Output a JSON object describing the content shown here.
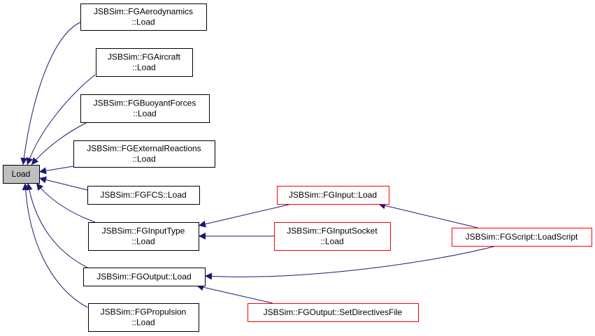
{
  "colors": {
    "edge": "#191970",
    "root_fill": "#bfbfbf",
    "normal_border": "#000000",
    "truncated_border": "#ff0000"
  },
  "nodes": [
    {
      "id": "load",
      "lines": [
        "Load"
      ],
      "style": "root"
    },
    {
      "id": "fgaerodynamics-load",
      "lines": [
        "JSBSim::FGAerodynamics",
        "::Load"
      ],
      "style": "black"
    },
    {
      "id": "fgaircraft-load",
      "lines": [
        "JSBSim::FGAircraft",
        "::Load"
      ],
      "style": "black"
    },
    {
      "id": "fgbuoyantforces-load",
      "lines": [
        "JSBSim::FGBuoyantForces",
        "::Load"
      ],
      "style": "black"
    },
    {
      "id": "fgexternalreactions-load",
      "lines": [
        "JSBSim::FGExternalReactions",
        "::Load"
      ],
      "style": "black"
    },
    {
      "id": "fgfcs-load",
      "lines": [
        "JSBSim::FGFCS::Load"
      ],
      "style": "black"
    },
    {
      "id": "fginputtype-load",
      "lines": [
        "JSBSim::FGInputType",
        "::Load"
      ],
      "style": "black"
    },
    {
      "id": "fgoutput-load",
      "lines": [
        "JSBSim::FGOutput::Load"
      ],
      "style": "black"
    },
    {
      "id": "fgpropulsion-load",
      "lines": [
        "JSBSim::FGPropulsion",
        "::Load"
      ],
      "style": "black"
    },
    {
      "id": "fginput-load",
      "lines": [
        "JSBSim::FGInput::Load"
      ],
      "style": "red"
    },
    {
      "id": "fginputsocket-load",
      "lines": [
        "JSBSim::FGInputSocket",
        "::Load"
      ],
      "style": "red"
    },
    {
      "id": "fgoutput-setdirectivesfile",
      "lines": [
        "JSBSim::FGOutput::SetDirectivesFile"
      ],
      "style": "red"
    },
    {
      "id": "fgscript-loadscript",
      "lines": [
        "JSBSim::FGScript::LoadScript"
      ],
      "style": "red"
    }
  ],
  "edges": [
    {
      "from": "fgaerodynamics-load",
      "to": "load"
    },
    {
      "from": "fgaircraft-load",
      "to": "load"
    },
    {
      "from": "fgbuoyantforces-load",
      "to": "load"
    },
    {
      "from": "fgexternalreactions-load",
      "to": "load"
    },
    {
      "from": "fgfcs-load",
      "to": "load"
    },
    {
      "from": "fginputtype-load",
      "to": "load"
    },
    {
      "from": "fgoutput-load",
      "to": "load"
    },
    {
      "from": "fgpropulsion-load",
      "to": "load"
    },
    {
      "from": "fginput-load",
      "to": "fginputtype-load"
    },
    {
      "from": "fginputsocket-load",
      "to": "fginputtype-load"
    },
    {
      "from": "fgscript-loadscript",
      "to": "fginput-load"
    },
    {
      "from": "fgscript-loadscript",
      "to": "fgoutput-load"
    },
    {
      "from": "fgoutput-setdirectivesfile",
      "to": "fgoutput-load"
    }
  ]
}
